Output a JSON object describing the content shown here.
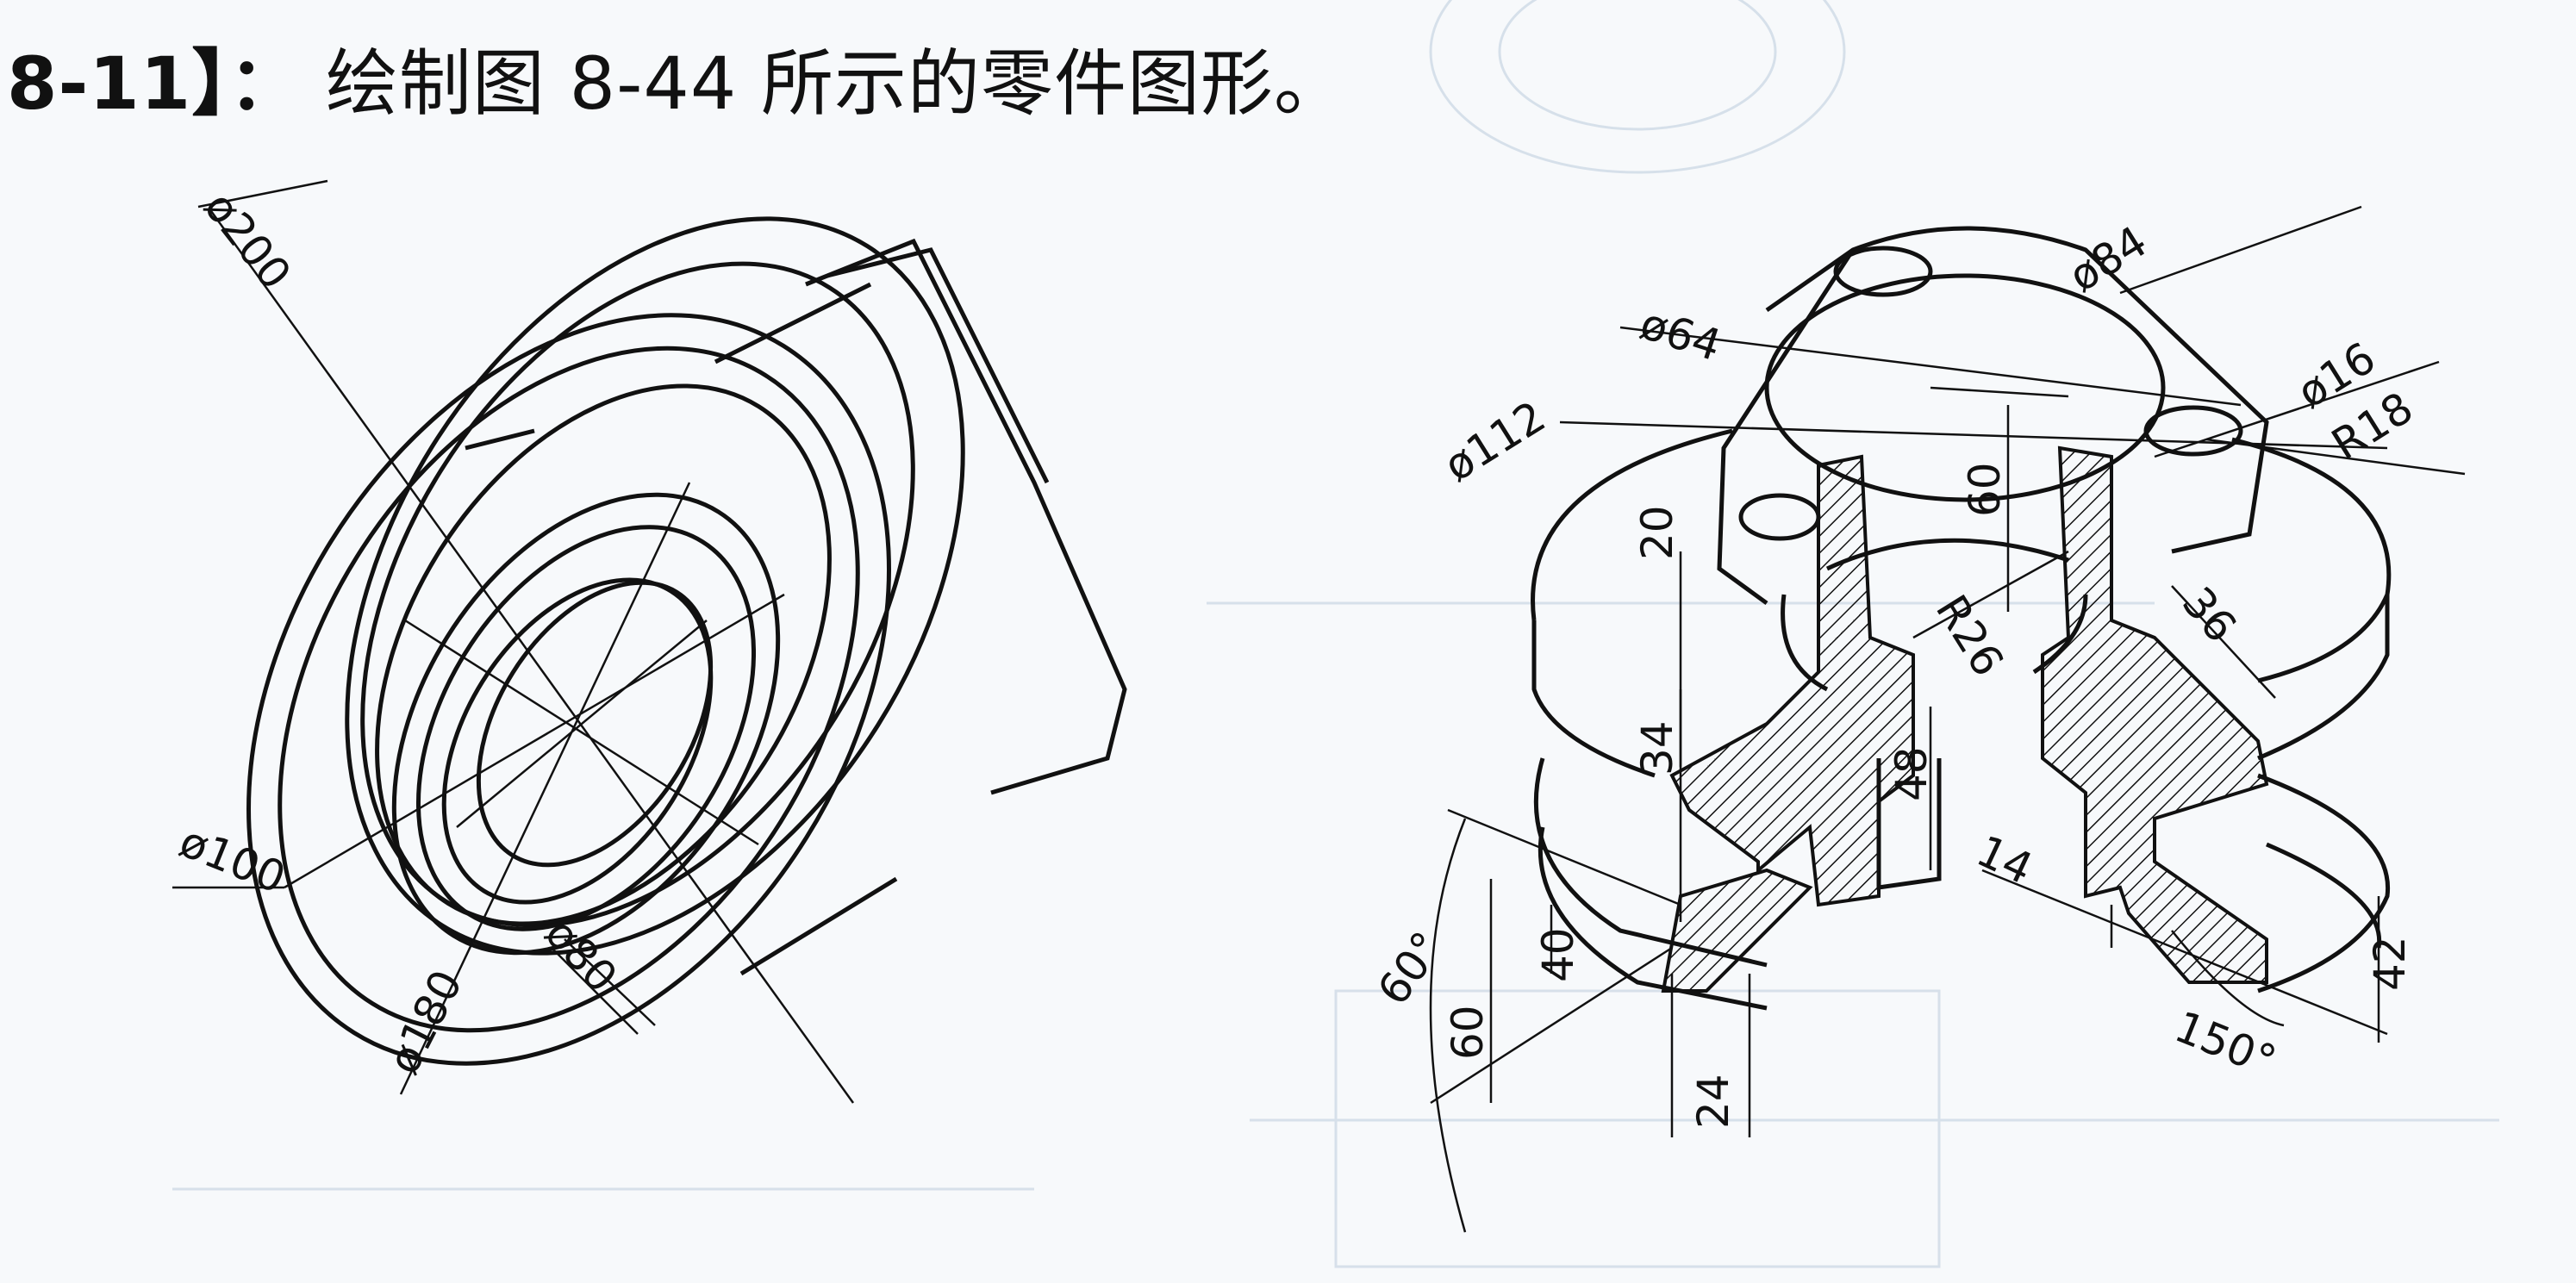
{
  "heading": {
    "problem_number": "8-11】：",
    "instruction": "绘制图 8-44 所示的零件图形。"
  },
  "left_view": {
    "dims": {
      "d200": "ø200",
      "d100": "ø100",
      "d180": "ø180",
      "d80": "ø80"
    }
  },
  "right_view": {
    "dims": {
      "d84": "ø84",
      "d64": "ø64",
      "d16": "ø16",
      "r18": "R18",
      "d112": "ø112",
      "v60_top": "60",
      "v20": "20",
      "r26": "R26",
      "v36": "36",
      "v34": "34",
      "v48": "48",
      "a60": "60°",
      "v60_bottom": "60",
      "v40": "40",
      "v24": "24",
      "v14": "14",
      "v42": "42",
      "a150": "150°"
    }
  },
  "colors": {
    "ink": "#111111",
    "paper": "#f7f9fb",
    "ghost": "#c9d6e3"
  }
}
